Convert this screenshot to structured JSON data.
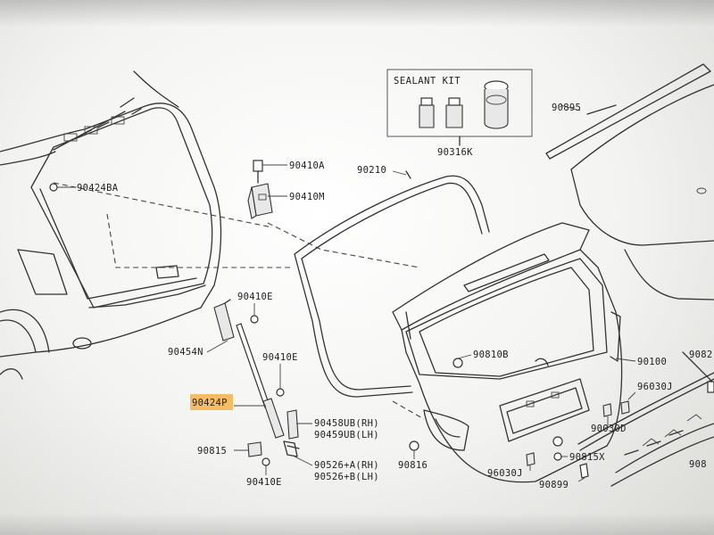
{
  "kit": {
    "title": "SEALANT KIT",
    "part": "90316K"
  },
  "parts": {
    "p90895": "90895",
    "p90210": "90210",
    "p90410A": "90410A",
    "p90410M": "90410M",
    "p90424BA": "90424BA",
    "p90410E_top": "90410E",
    "p90454N": "90454N",
    "p90410E_mid": "90410E",
    "p90424P": "90424P",
    "p90458": "90458UB(RH)",
    "p90459": "90459UB(LH)",
    "p90815": "90815",
    "p90410E_bot": "90410E",
    "p90526A": "90526+A(RH)",
    "p90526B": "90526+B(LH)",
    "p90816": "90816",
    "p90810B": "90810B",
    "p90100": "90100",
    "p96030J_r": "96030J",
    "p90030D": "90030D",
    "p90815X": "90815X",
    "p96030J_b": "96030J",
    "p90899": "90899",
    "p9082": "9082",
    "p908": "908"
  },
  "colors": {
    "highlight": "#f5b24a",
    "line": "#333333"
  }
}
